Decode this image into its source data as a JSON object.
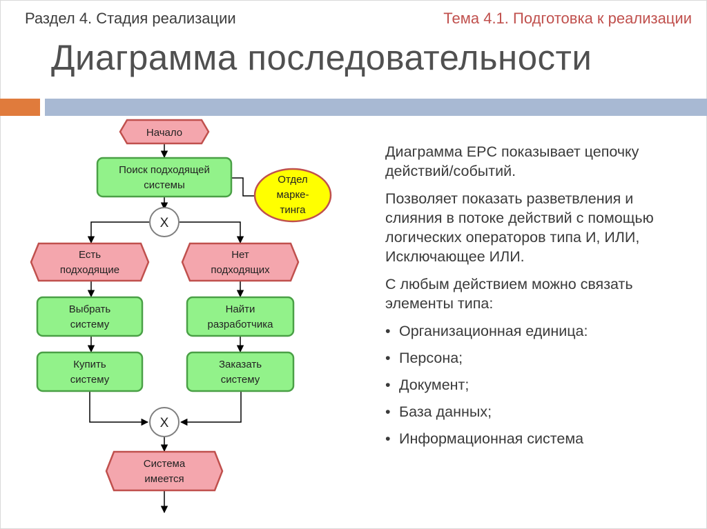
{
  "header": {
    "section": "Раздел 4. Стадия реализации",
    "topic": "Тема 4.1. Подготовка к реализации",
    "title": "Диаграмма последовательности"
  },
  "diagram": {
    "start": "Начало",
    "search": [
      "Поиск подходящей",
      "системы"
    ],
    "marketing": [
      "Отдел",
      "марке-",
      "тинга"
    ],
    "xor_top": "X",
    "yes": [
      "Есть",
      "подходящие"
    ],
    "no": [
      "Нет",
      "подходящих"
    ],
    "choose": [
      "Выбрать",
      "систему"
    ],
    "find_dev": [
      "Найти",
      "разработчика"
    ],
    "buy": [
      "Купить",
      "систему"
    ],
    "order": [
      "Заказать",
      "систему"
    ],
    "xor_bottom": "X",
    "end": [
      "Система",
      "имеется"
    ]
  },
  "text": {
    "p1": "Диаграмма EPC показывает цепочку действий/событий.",
    "p2": "Позволяет показать разветвления и слияния в потоке действий с помощью логических операторов типа И, ИЛИ, Исключающее ИЛИ.",
    "p3": "С любым действием можно связать элементы типа:",
    "items": [
      "Организационная единица:",
      "Персона;",
      "Документ;",
      "База данных;",
      "Информационная система"
    ]
  },
  "colors": {
    "event_fill": "#f4a6ad",
    "event_stroke": "#c0504d",
    "function_fill": "#92f28a",
    "function_stroke": "#4aa046",
    "org_fill": "#ffff00",
    "org_stroke": "#c0504d",
    "accent": "#c0504d"
  }
}
